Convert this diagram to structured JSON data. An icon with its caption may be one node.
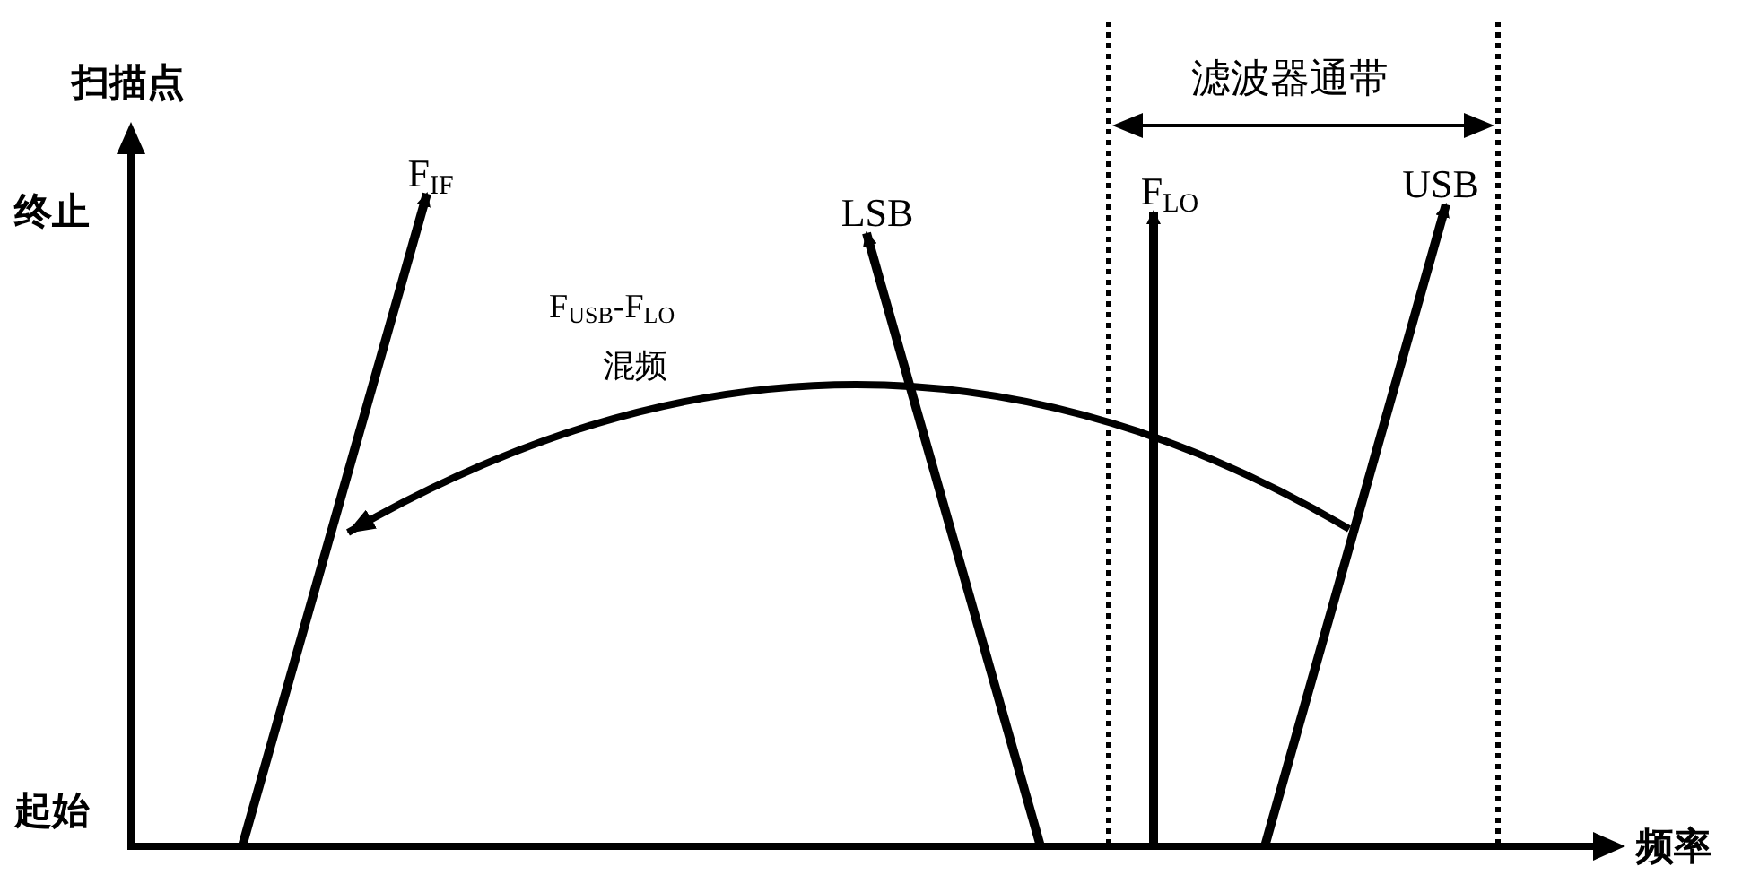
{
  "diagram": {
    "nodes": [
      {
        "text": [
          "F$_{IF}$"
        ]
      },
      {
        "text": [
          "LSB"
        ]
      },
      {
        "text": [
          "F$_{LO}$"
        ]
      },
      {
        "text": [
          "USB"
        ]
      }
    ],
    "edges": [
      {
        "from": null,
        "to": 0,
        "arrow": "to"
      },
      {
        "from": null,
        "to": 1,
        "arrow": "to"
      },
      {
        "from": null,
        "to": 2,
        "arrow": "to"
      },
      {
        "from": null,
        "to": 3,
        "arrow": "to"
      }
    ],
    "labels": [
      "扫描点",
      "滤波器通带",
      "终止",
      "F$_{USB}$-F$_{LO}$",
      "混频",
      "起始",
      "频率"
    ]
  }
}
